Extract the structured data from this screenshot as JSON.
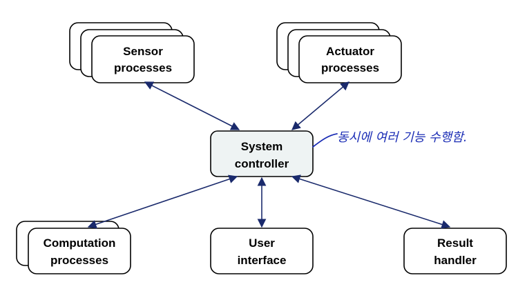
{
  "nodes": {
    "sensor": {
      "line1": "Sensor",
      "line2": "processes"
    },
    "actuator": {
      "line1": "Actuator",
      "line2": "processes"
    },
    "controller": {
      "line1": "System",
      "line2": "controller"
    },
    "computation": {
      "line1": "Computation",
      "line2": "processes"
    },
    "user_interface": {
      "line1": "User",
      "line2": "interface"
    },
    "result": {
      "line1": "Result",
      "line2": "handler"
    }
  },
  "annotation": {
    "text": "동시에 여러 기능 수행함."
  },
  "colors": {
    "arrow": "#1a2a6c",
    "controller_fill": "#eef3f3",
    "handwriting": "#1b2db5"
  }
}
